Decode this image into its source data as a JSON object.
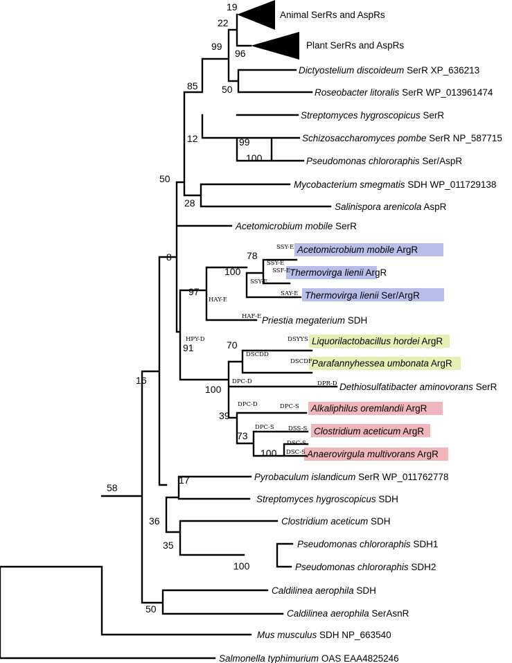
{
  "colors": {
    "ArgR_blue": "#b8bde9",
    "ArgR_green": "#e6f0b3",
    "ArgR_red": "#f1b6bb",
    "branch": "#000000"
  },
  "tips": {
    "animal": {
      "species": "",
      "rest": "Animal SerRs and AspRs"
    },
    "plant": {
      "species": "",
      "rest": "Plant SerRs and AspRs"
    },
    "dicty": {
      "species": "Dictyostelium discoideum",
      "rest": " SerR XP_636213"
    },
    "roseo": {
      "species": "Roseobacter litoralis",
      "rest": " SerR WP_013961474"
    },
    "strep_serr": {
      "species": "Streptomyces hygroscopicus",
      "rest": " SerR"
    },
    "schizo": {
      "species": "Schizosaccharomyces pombe",
      "rest": " SerR NP_587715"
    },
    "pseudo_ser": {
      "species": "Pseudomonas chlororaphis",
      "rest": " Ser/AspR"
    },
    "myco": {
      "species": "Mycobacterium smegmatis",
      "rest": " SDH WP_011729138"
    },
    "salini": {
      "species": "Salinispora arenicola",
      "rest": " AspR"
    },
    "aceto_serr": {
      "species": "Acetomicrobium mobile",
      "rest": " SerR"
    },
    "aceto_argr": {
      "species": "Acetomicrobium mobile",
      "rest": " ArgR"
    },
    "thermo_argr": {
      "species": "Thermovirga lienii",
      "rest": " ArgR"
    },
    "thermo_ser": {
      "species": "Thermovirga lienii",
      "rest": " Ser/ArgR"
    },
    "priestia": {
      "species": "Priestia megaterium",
      "rest": " SDH"
    },
    "liquo": {
      "species": "Liquorilactobacillus hordei",
      "rest": " ArgR"
    },
    "parafa": {
      "species": "Parafannyhessea umbonata",
      "rest": " ArgR"
    },
    "dethio": {
      "species": "Dethiosulfatibacter aminovorans",
      "rest": " SerR"
    },
    "alkali": {
      "species": "Alkaliphilus oremlandii",
      "rest": " ArgR"
    },
    "clost_argr": {
      "species": "Clostridium aceticum",
      "rest": " ArgR"
    },
    "anaero": {
      "species": "Anaerovirgula multivorans",
      "rest": " ArgR"
    },
    "pyro": {
      "species": "Pyrobaculum islandicum",
      "rest": " SerR WP_011762778"
    },
    "strep_sdh": {
      "species": "Streptomyces hygroscopicus",
      "rest": " SDH"
    },
    "clost_sdh": {
      "species": "Clostridium aceticum",
      "rest": " SDH"
    },
    "pseudo_sdh1": {
      "species": "Pseudomonas chlororaphis",
      "rest": " SDH1"
    },
    "pseudo_sdh2": {
      "species": "Pseudomonas chlororaphis",
      "rest": " SDH2"
    },
    "caldi_sdh": {
      "species": "Caldilinea aerophila",
      "rest": " SDH"
    },
    "caldi_serasnr": {
      "species": "Caldilinea aerophila",
      "rest": " SerAsnR"
    },
    "mus": {
      "species": "Mus musculus",
      "rest": " SDH NP_663540"
    },
    "salmonella": {
      "species": "Salmonella typhimurium",
      "rest": " OAS EAA4825246"
    }
  },
  "bootstrap": {
    "b19": "19",
    "b22": "22",
    "b96": "96",
    "b99a": "99",
    "b50a": "50",
    "b85": "85",
    "b99b": "99",
    "b100a": "100",
    "b12": "12",
    "b28": "28",
    "b50b": "50",
    "b8": "8",
    "b78": "78",
    "b100b": "100",
    "b97": "97",
    "b91": "91",
    "b70": "70",
    "b100c": "100",
    "b39": "39",
    "b73": "73",
    "b100d": "100",
    "b16": "16",
    "b17": "17",
    "b36": "36",
    "b35": "35",
    "b100e": "100",
    "b58": "58",
    "b50c": "50"
  },
  "motifs": {
    "m_ssy_e1": "SSY-E",
    "m_ssy_e2": "SSY-E",
    "m_ssf_e": "SSF-E",
    "m_ssy_e3": "SSY-E",
    "m_say_e": "SAY-E",
    "m_hay_e": "HAY-E",
    "m_haf_e": "HAF-E",
    "m_hpy_d": "HPY-D",
    "m_dsyys": "DSYYS",
    "m_dscdd": "DSCDD",
    "m_dscdf": "DSCDF",
    "m_dpc_d1": "DPC-D",
    "m_dpr_d": "DPR-D",
    "m_dpc_d2": "DPC-D",
    "m_dpc_s1": "DPC-S",
    "m_dpc_s2": "DPC-S",
    "m_dss_s": "DSS-S",
    "m_dsc_s1": "DSC-S",
    "m_dsc_s2": "DSC-S"
  }
}
